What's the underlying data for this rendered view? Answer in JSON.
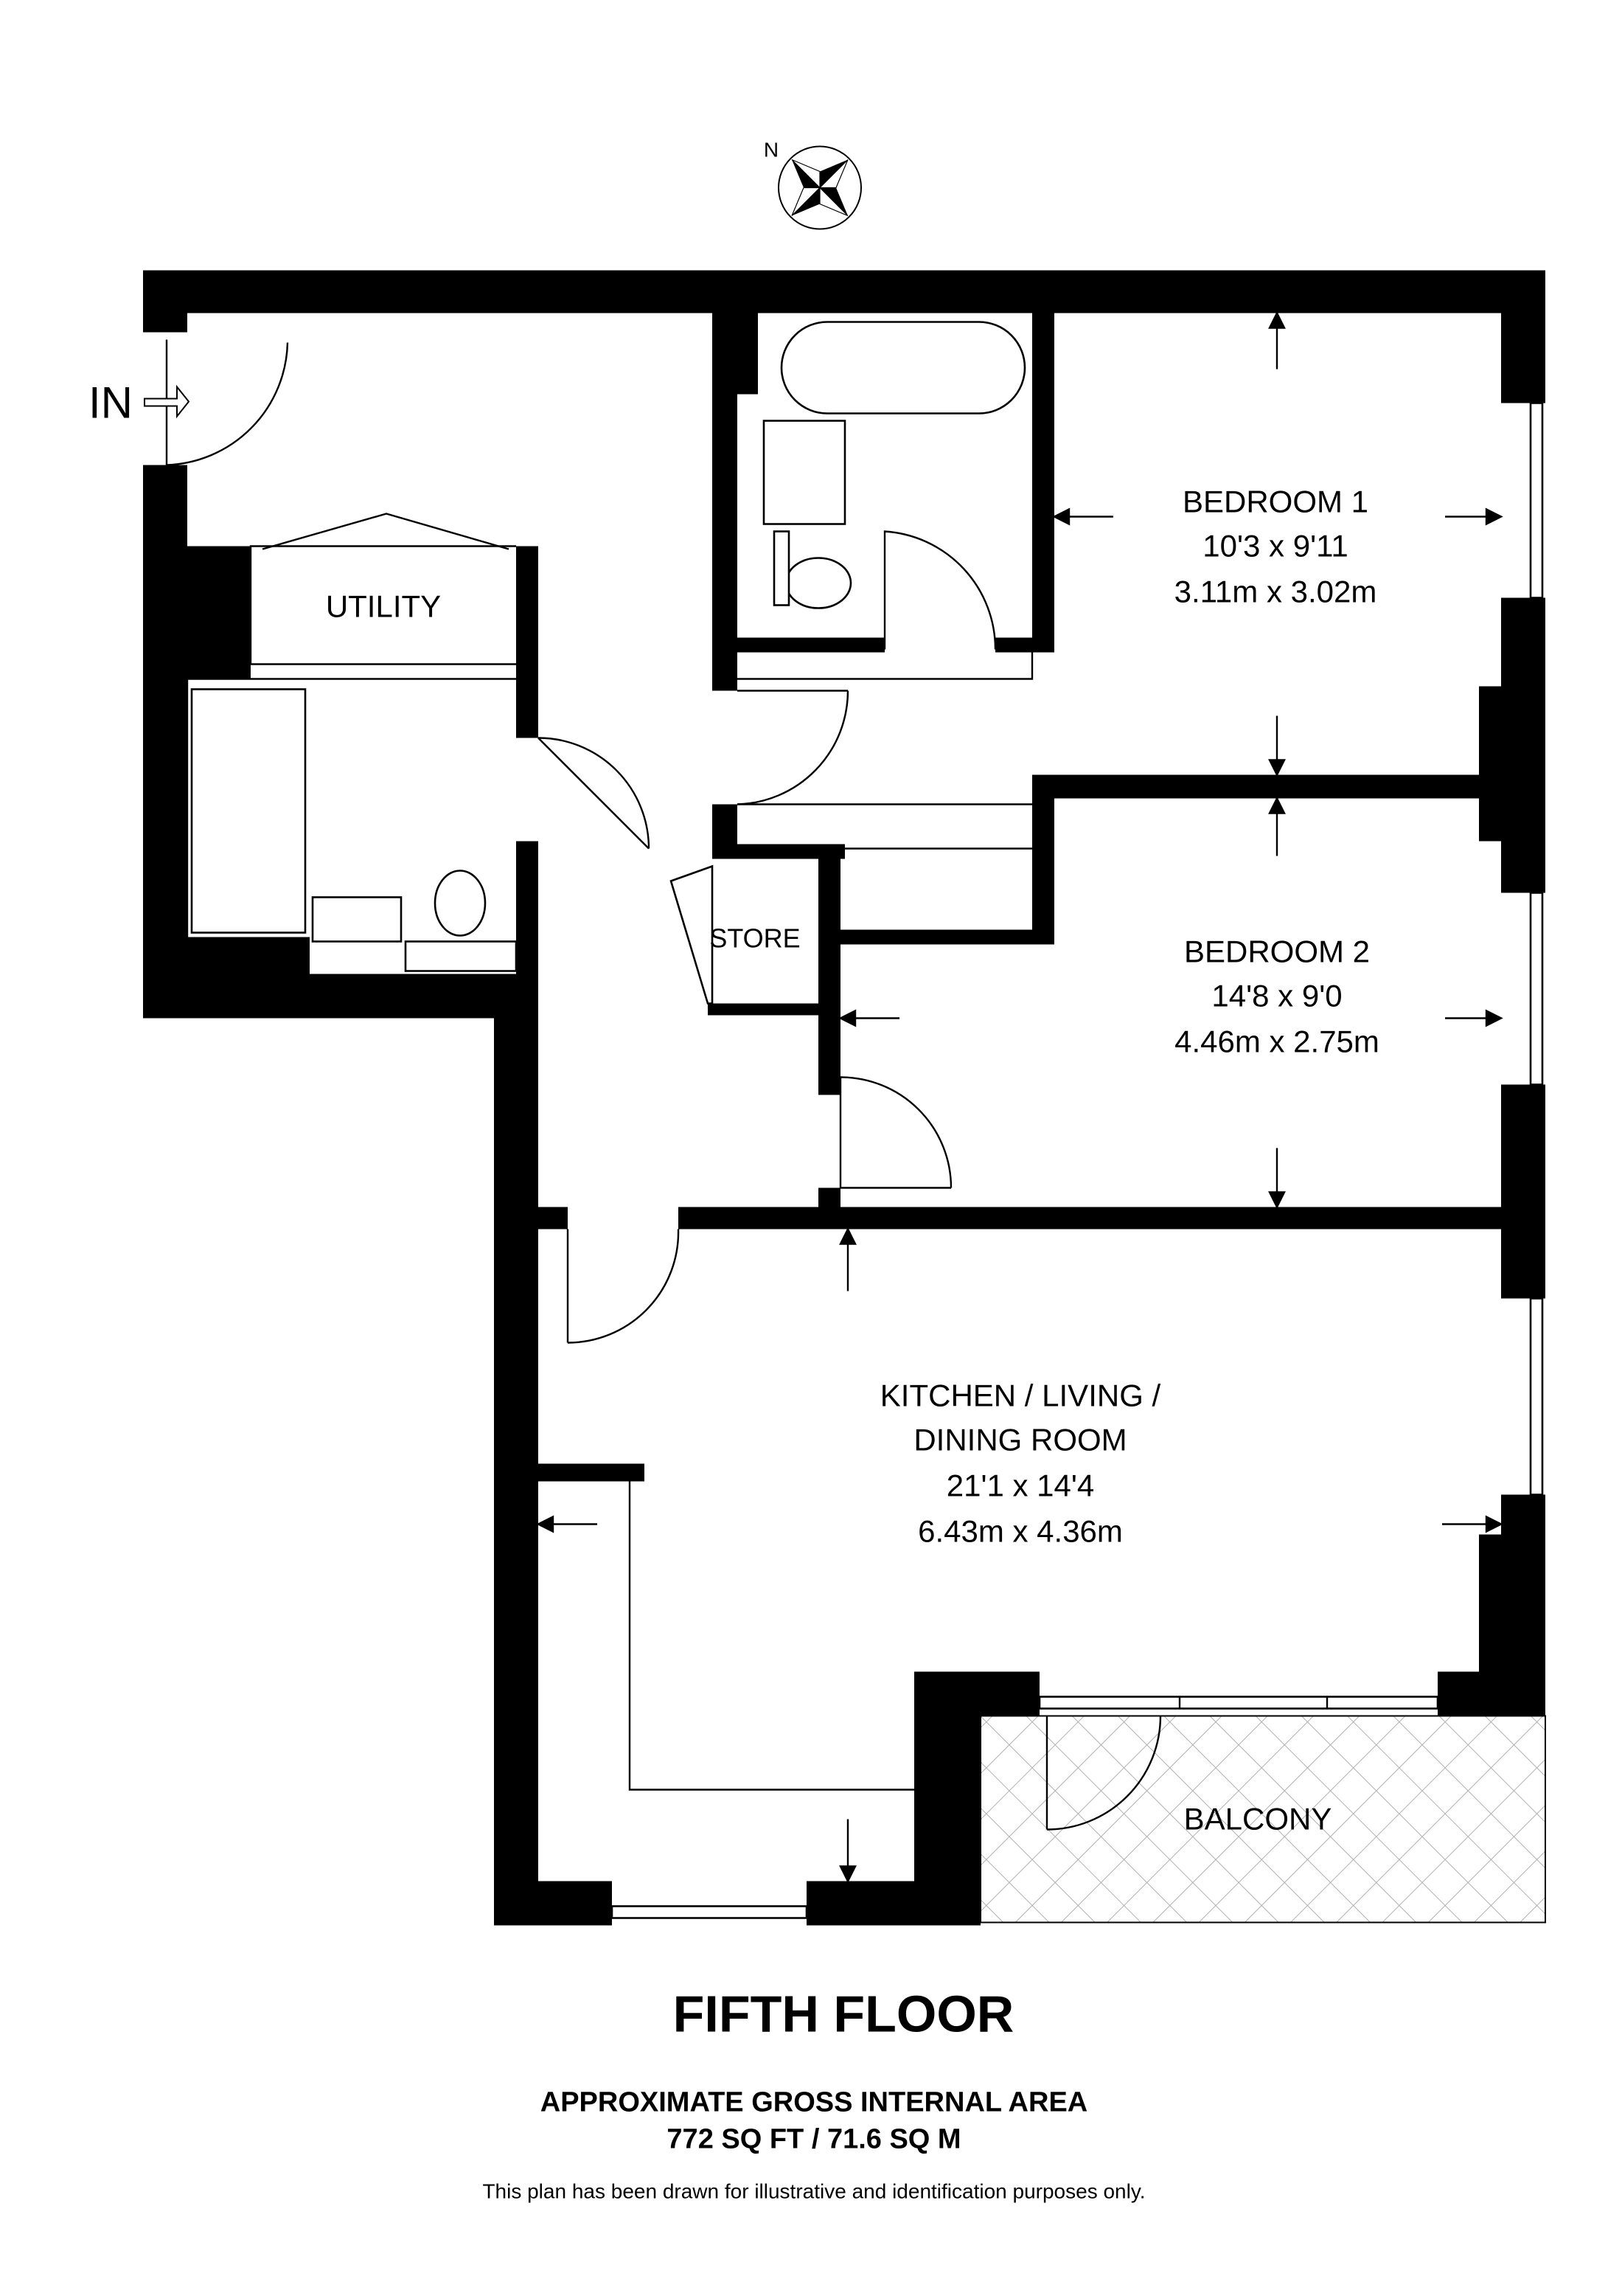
{
  "compass": {
    "label": "N"
  },
  "entrance": {
    "label": "IN"
  },
  "rooms": [
    {
      "name": "BEDROOM 1",
      "imperial": "10'3 x 9'11",
      "metric": "3.11m x 3.02m"
    },
    {
      "name": "BEDROOM 2",
      "imperial": "14'8 x 9'0",
      "metric": "4.46m x 2.75m"
    },
    {
      "name_line1": "KITCHEN / LIVING /",
      "name_line2": "DINING ROOM",
      "imperial": "21'1 x 14'4",
      "metric": "6.43m x 4.36m"
    }
  ],
  "labels": {
    "utility": "UTILITY",
    "store": "STORE",
    "balcony": "BALCONY"
  },
  "footer": {
    "floor": "FIFTH FLOOR",
    "area_title": "APPROXIMATE GROSS INTERNAL AREA",
    "area_value": "772 SQ FT / 71.6 SQ M",
    "disclaimer": "This plan has been drawn for illustrative and identification purposes only."
  },
  "colors": {
    "wall": "#000000",
    "balcony_hatch": "#b0b0b0"
  }
}
